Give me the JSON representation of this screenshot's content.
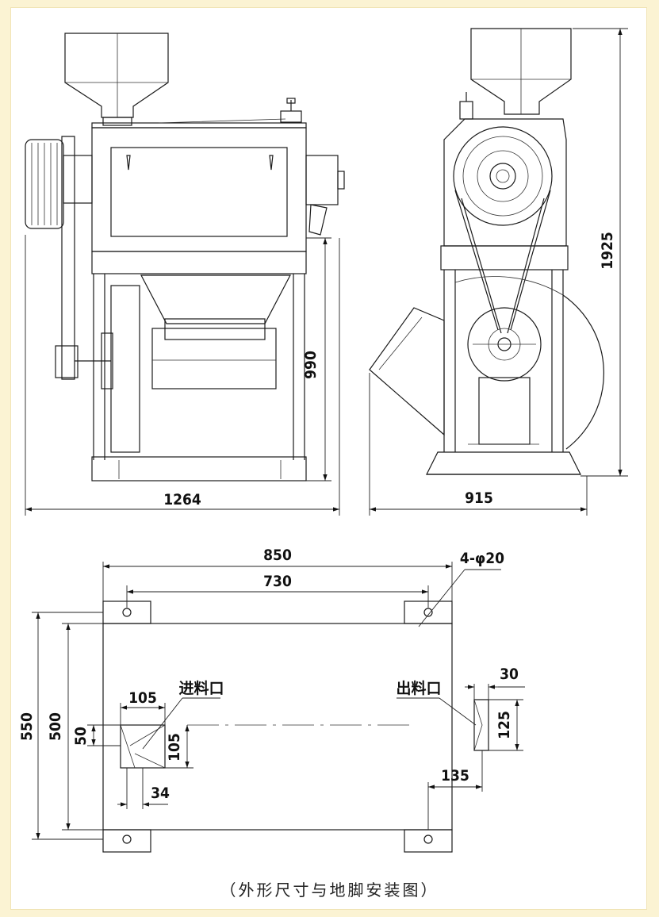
{
  "dimensions": {
    "overall_width": "1264",
    "height_990": "990",
    "total_height": "1925",
    "side_width": "915",
    "base_850": "850",
    "base_730": "730",
    "holes": "4-φ20",
    "base_550": "550",
    "base_500": "500",
    "inlet_105_w": "105",
    "inlet_50": "50",
    "inlet_105_h": "105",
    "inlet_34": "34",
    "outlet_30": "30",
    "outlet_125": "125",
    "outlet_135": "135"
  },
  "labels": {
    "inlet": "进料口",
    "outlet": "出料口"
  },
  "caption": "（外形尺寸与地脚安装图）",
  "colors": {
    "page": "#fbf3d3",
    "sheet": "#ffffff",
    "ink": "#1a1a1a"
  }
}
